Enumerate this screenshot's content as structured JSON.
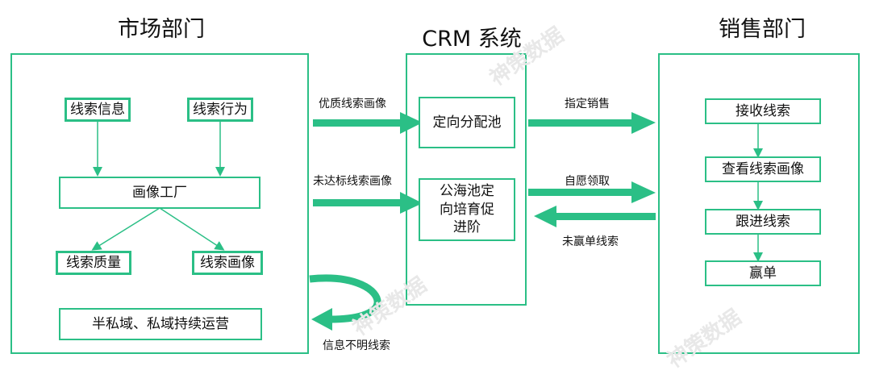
{
  "headers": {
    "marketing": "市场部门",
    "crm": "CRM 系统",
    "sales": "销售部门"
  },
  "marketing": {
    "lead_info": "线索信息",
    "lead_behavior": "线索行为",
    "portrait_factory": "画像工厂",
    "lead_quality": "线索质量",
    "lead_portrait": "线索画像",
    "private_ops": "半私域、私域持续运营"
  },
  "crm": {
    "assign_pool": "定向分配池",
    "public_pool": "公海池定向培育促进阶"
  },
  "sales": {
    "receive_lead": "接收线索",
    "view_portrait": "查看线索画像",
    "follow_up": "跟进线索",
    "win": "赢单"
  },
  "flows": {
    "quality_portrait": "优质线索画像",
    "unqualified_portrait": "未达标线索画像",
    "assign_sales": "指定销售",
    "self_claim": "自愿领取",
    "not_won": "未赢单线索",
    "unclear_lead": "信息不明线索"
  },
  "watermark": "神策数据"
}
